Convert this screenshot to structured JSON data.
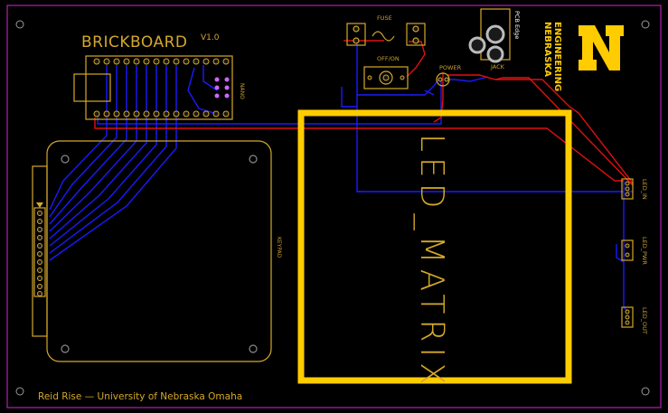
{
  "board": {
    "title": "BRICKBOARD",
    "version": "V1.0",
    "credit": "Reid Rise — University of Nebraska Omaha"
  },
  "labels": {
    "fuse": "FUSE",
    "switch": "OFF/ON",
    "power": "POWER",
    "jack": "JACK",
    "pcb_edge": "PCB Edge",
    "nano": "NANO",
    "keypad": "KEYPAD",
    "led_matrix": "LED_MATRIX",
    "led_in": "LED_IN",
    "led_pwr": "LED_PWR",
    "led_out": "LED_OUT"
  },
  "logo": {
    "letter": "N",
    "line1": "NEBRASKA",
    "line2": "ENGINEERING"
  },
  "colors": {
    "background": "#000000",
    "board_outline": "#b020b0",
    "silkscreen": "#d4a82a",
    "trace_top": "#e01010",
    "trace_bottom": "#1a1aff",
    "matrix_frame": "#ffcc00",
    "logo": "#ffcc00"
  }
}
